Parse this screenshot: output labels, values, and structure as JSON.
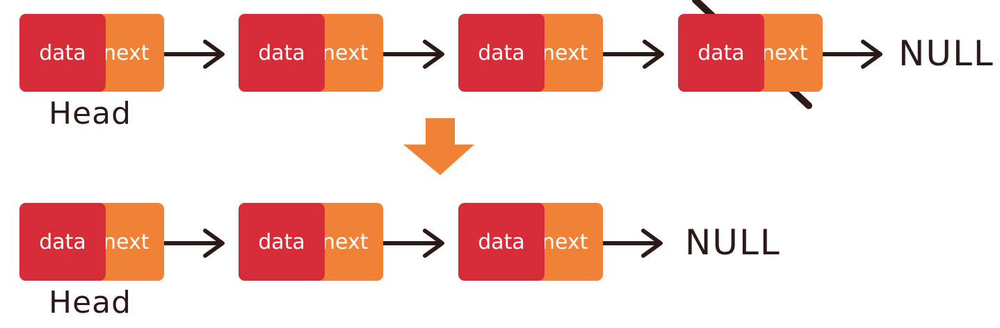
{
  "colors": {
    "data_cell": "#d62c38",
    "next_cell": "#f08237",
    "arrow": "#2b1a17",
    "down_arrow": "#f08237",
    "strike": "#2b1a17"
  },
  "before": {
    "nodes": [
      {
        "data": "data",
        "next": "next"
      },
      {
        "data": "data",
        "next": "next"
      },
      {
        "data": "data",
        "next": "next"
      },
      {
        "data": "data",
        "next": "next",
        "removed": true
      }
    ],
    "head_label": "Head",
    "null_label": "NULL"
  },
  "after": {
    "nodes": [
      {
        "data": "data",
        "next": "next"
      },
      {
        "data": "data",
        "next": "next"
      },
      {
        "data": "data",
        "next": "next"
      }
    ],
    "head_label": "Head",
    "null_label": "NULL"
  },
  "transition_icon": "down-arrow-icon"
}
